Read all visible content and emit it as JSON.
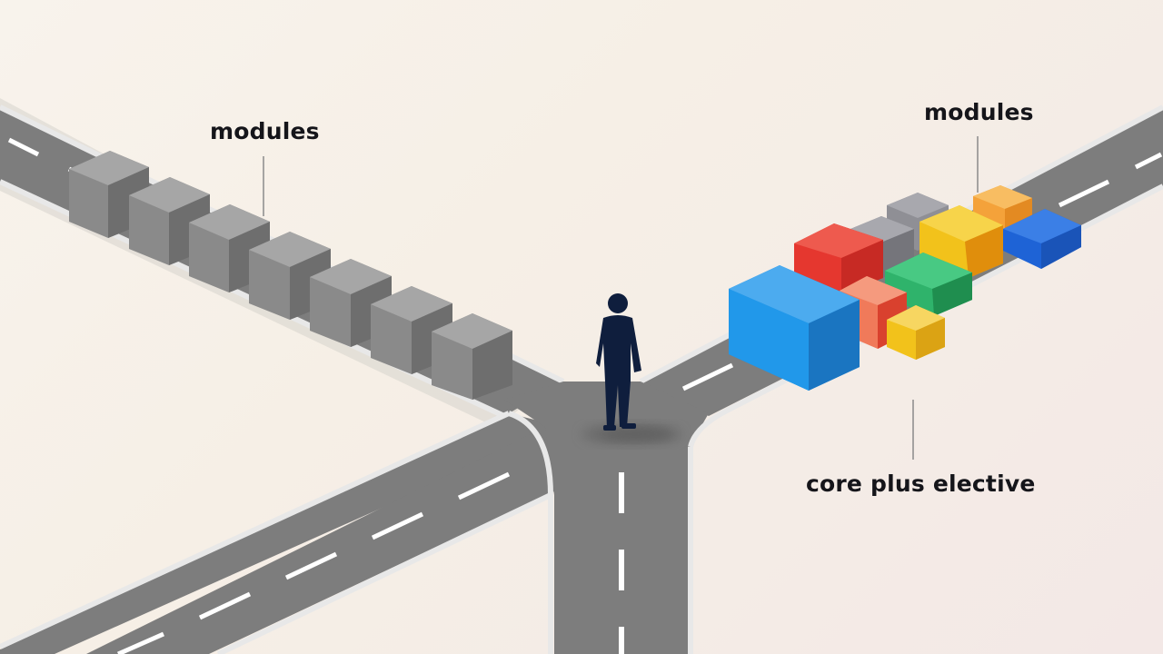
{
  "labels": {
    "left_modules": "modules",
    "right_modules": "modules",
    "core_plus_elective": "core plus elective"
  },
  "colors": {
    "background": "#f6f0e8",
    "road": "#7b7b7b",
    "road_curb": "#e9e9e9",
    "lane_marking": "#ffffff",
    "gray_module": "#8c8c8c",
    "person": "#0f1e3d",
    "red_module": "#e5372f",
    "blue_module": "#1f8fe0",
    "yellow_module": "#f2c21b",
    "green_module": "#2fb36b",
    "orange_module": "#f4a23a",
    "salmon_module": "#f07a5a",
    "royal_blue_module": "#1e63d6"
  }
}
